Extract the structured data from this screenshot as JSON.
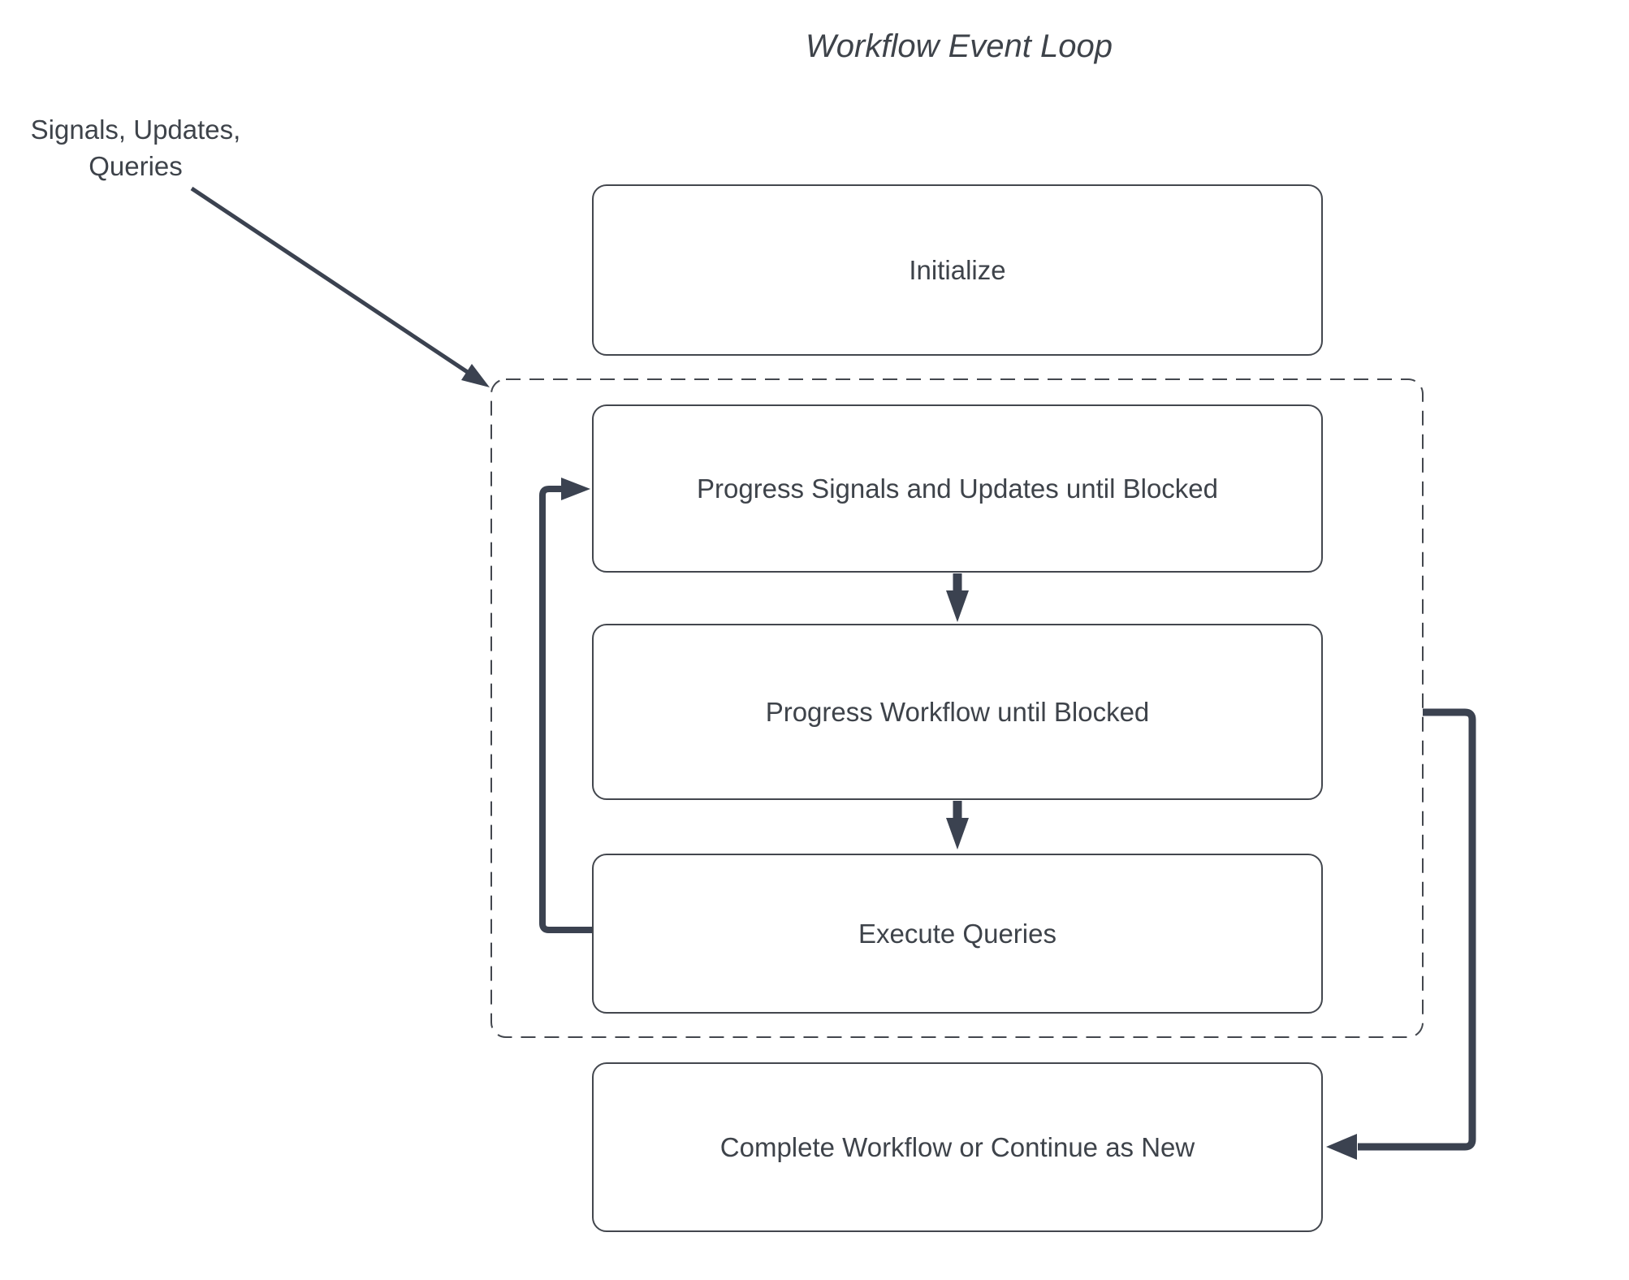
{
  "diagram": {
    "title": "Workflow Event Loop",
    "annotation": "Signals, Updates,\nQueries",
    "nodes": {
      "initialize": "Initialize",
      "progress_signals": "Progress Signals and Updates until Blocked",
      "progress_workflow": "Progress Workflow until Blocked",
      "execute_queries": "Execute Queries",
      "complete": "Complete Workflow or Continue as New"
    },
    "colors": {
      "arrow": "#3b4250",
      "border": "#43474e",
      "text": "#3e434a",
      "background": "#ffffff"
    }
  }
}
